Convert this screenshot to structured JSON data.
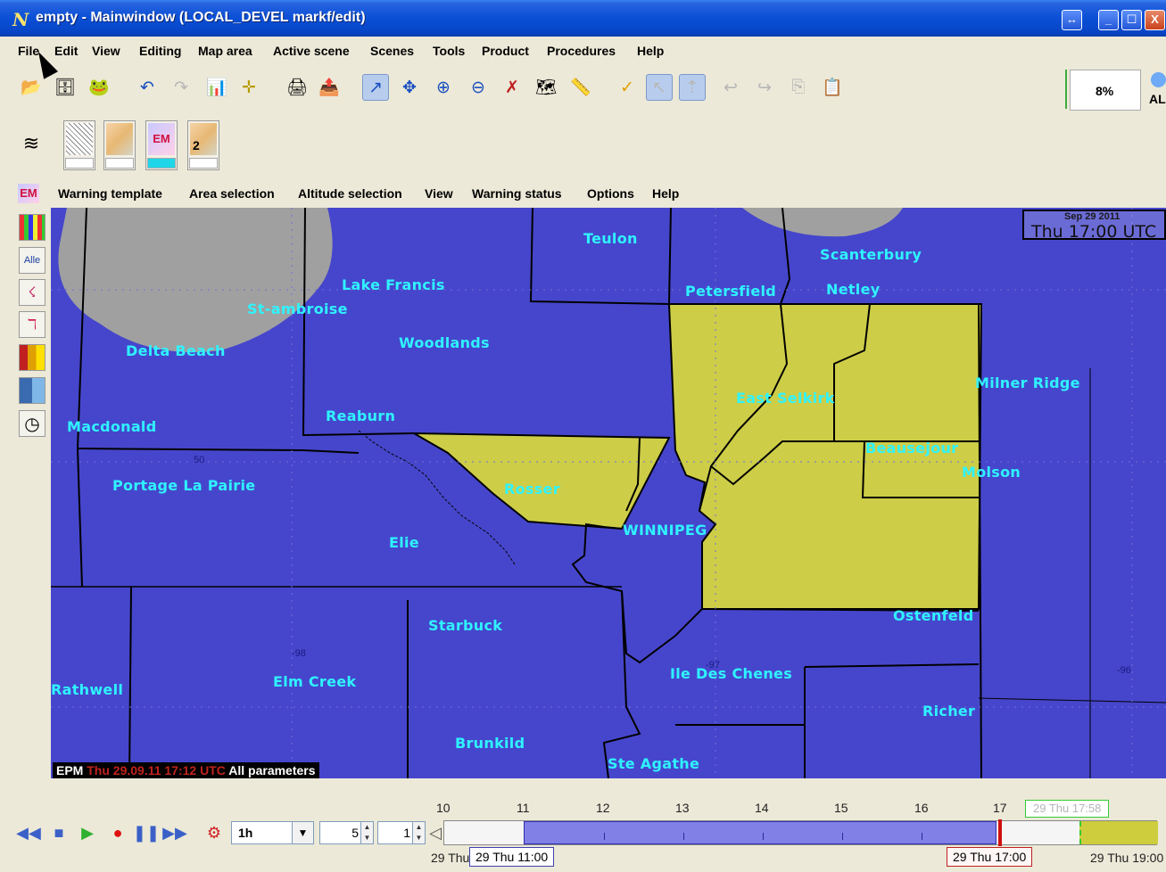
{
  "window": {
    "logo": "N",
    "title": "empty - Mainwindow (LOCAL_DEVEL markf/edit)",
    "buttons": [
      "↔",
      "_",
      "☐",
      "X"
    ]
  },
  "menubar": [
    "File",
    "Edit",
    "View",
    "Editing",
    "Map area",
    "Active scene",
    "Scenes",
    "Tools",
    "Product",
    "Procedures",
    "Help"
  ],
  "toolbar": {
    "zoom_level": "8%",
    "al_label": "AL"
  },
  "view_buttons": {
    "epm_label": "EM",
    "scene2_label": "2"
  },
  "epm_menu": {
    "logo": "EM",
    "items": [
      "Warning template",
      "Area selection",
      "Altitude selection",
      "View",
      "Warning status",
      "Options",
      "Help"
    ]
  },
  "side_toolbar": {
    "alle_label": "Alle"
  },
  "map": {
    "date_small": "Sep 29 2011",
    "date_big": "Thu 17:00 UTC",
    "status_prefix": "EPM",
    "status_time": "Thu 29.09.11 17:12 UTC",
    "status_suffix": "All parameters",
    "places": [
      "Teulon",
      "Scanterbury",
      "Lake Francis",
      "Petersfield",
      "Netley",
      "St-ambroise",
      "Woodlands",
      "Delta Beach",
      "Milner Ridge",
      "East Selkirk",
      "Macdonald",
      "Reaburn",
      "Beausejour",
      "Molson",
      "Portage La Pairie",
      "Rosser",
      "WINNIPEG",
      "Elie",
      "Ostenfeld",
      "Starbuck",
      "Ile Des Chenes",
      "Elm Creek",
      "Rathwell",
      "Richer",
      "Brunkild",
      "Ste Agathe"
    ],
    "grid_labels": [
      "50",
      "-98",
      "-97",
      "-96"
    ]
  },
  "timeline": {
    "hour_ticks": [
      "10",
      "11",
      "12",
      "13",
      "14",
      "15",
      "16",
      "17"
    ],
    "interval": "1h",
    "spin_a": "5",
    "spin_b": "1",
    "start_label": "29 Thu",
    "range_start": "29 Thu 11:00",
    "current": "29 Thu 17:00",
    "latest": "29 Thu 17:58",
    "end_label": "29 Thu 19:00"
  },
  "colors": {
    "map_land": "#4646cc",
    "selected_area": "#cdcd48",
    "lake": "#a0a0a0",
    "place_label": "#2ff3ff"
  }
}
